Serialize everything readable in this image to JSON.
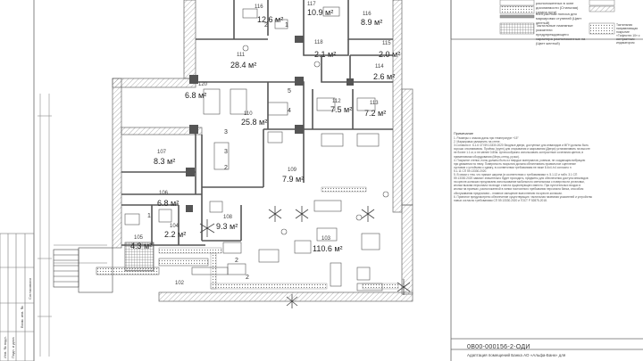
{
  "rooms": [
    {
      "id": "room-116",
      "number": "116",
      "area": "12.6 м²",
      "numberPos": "hidden"
    },
    {
      "id": "room-117",
      "number": "117",
      "area": "10.9 м²"
    },
    {
      "id": "room-116b",
      "number": "116",
      "area": "8.9 м²"
    },
    {
      "id": "room-111",
      "number": "111",
      "area": "28.4 м²"
    },
    {
      "id": "room-118",
      "number": "118",
      "area": "2.1 м²"
    },
    {
      "id": "room-115",
      "number": "115",
      "area": "2.0 м²"
    },
    {
      "id": "room-114",
      "number": "114",
      "area": "2.6 м²"
    },
    {
      "id": "room-120",
      "number": "120",
      "area": "6.8 м²"
    },
    {
      "id": "room-110",
      "number": "110",
      "area": "25.8 м²"
    },
    {
      "id": "room-112",
      "number": "112",
      "area": "7.5 м²"
    },
    {
      "id": "room-113",
      "number": "113",
      "area": "7.2 м²"
    },
    {
      "id": "room-107",
      "number": "107",
      "area": "8.3 м²"
    },
    {
      "id": "room-109",
      "number": "109",
      "area": "7.9 м²"
    },
    {
      "id": "room-106",
      "number": "106",
      "area": "6.8 м²"
    },
    {
      "id": "room-108",
      "number": "108",
      "area": "9.3 м²"
    },
    {
      "id": "room-105",
      "number": "105",
      "area": "4.3 м²"
    },
    {
      "id": "room-104",
      "number": "104",
      "area": "2.2 м²"
    },
    {
      "id": "room-103",
      "number": "103",
      "area": "110.6 м²"
    },
    {
      "id": "room-102",
      "number": "102",
      "area": ""
    }
  ],
  "marks": [
    "2",
    "1",
    "5",
    "4",
    "3",
    "3",
    "2",
    "1",
    "2",
    "2"
  ],
  "legend": [
    "расположенных в зоне досягаемости (Стильная) (длина пути)",
    "Контрастная полоса для маркировки ступеней (Цвет желтый)",
    "Тактильные наземные указатели предупреждающего характера расположенные на (Цвет желтый)",
    "Тактильная направляющая покрытие «Тифлотех 10» с контрастным индикатором"
  ],
  "notes": {
    "title": "Примечание",
    "lines": [
      "1. Размеры с знаком даны при температуре +15°",
      "2. Маркировка увлажнить на стене.",
      "3.Согласно п. 6.1.6 СП 59.13330.2020 Входные двери, доступные для инвалидов и МГН должны быть",
      "хорошо опознаваемы. Проёмы (групп) для открывания и закрывания (Двери) устанавливать на высоте",
      "не более 1.1 м, и не менее 0.80м. Целесообразно использовать контрастные сочетания цветов, в",
      "применяемом оборудовании (Мерч-стенд, ручки).",
      "4. Покрытие стенки, полы должны быть из твердых материалов, ровным, не создающим вибрацию",
      "при движении по нему. Поверхность покрытия должна обеспечивать правильное сцепление",
      "суставов с устойчиво к сдвигу, в соответствии требованиям не ниже 8.4х4 /с4 согласно п",
      "5.1.11 СП 59.13330.2020.",
      "5. В связи с тем, что прямое ширина (в соответствии с требованиями п. 5.1.12 и табл. 3.1 СП",
      "59.13330.2020 зависит значительно будет проходить, предметы для обеспечения доступа инвалидов",
      "на кресле-колясках предлагаем использование мобильного светильника с поверхности установки,",
      "кнопки вызова персонала на входе с места существующего вместо. При пустотельных входах в",
      "кнопки на проемах, расположенной в линии постоянного пребывания персонала банка, способом",
      "обслуживания предлагаем – плавное смещение выполнению на кресле-колясках.",
      "6. Принятое предусмотрено обеспечение существующих: тактильная наземная указателей и устройство",
      "новых согласно требованиям СП 59.13330.2020 и ГОСТ Р 52875-2018."
    ]
  },
  "titleBlock": {
    "code": "0В00-000156-2-ОДИ",
    "description": "Адаптация помещений Банка АО «Альфа-Банк» для"
  },
  "sideStamp": [
    "Инв. № подл.",
    "Подп. и дата",
    "Взам. инв. №",
    "Согласовано"
  ],
  "colors": {
    "line": "#555555",
    "wall": "#8a8a8a",
    "hatch": "#b9b9b9",
    "text": "#222222"
  }
}
